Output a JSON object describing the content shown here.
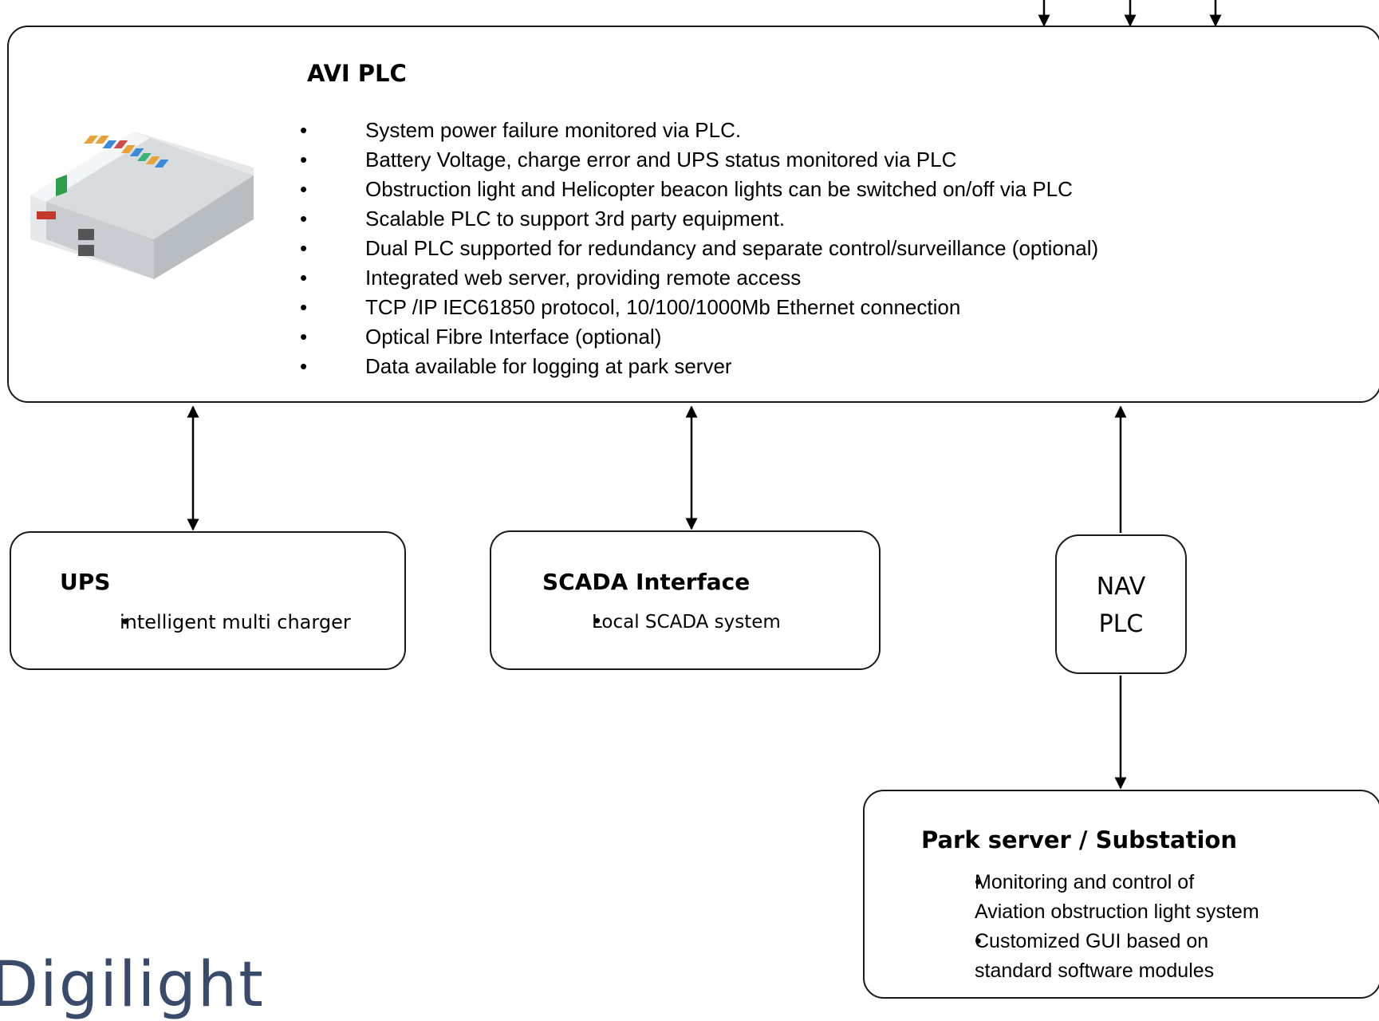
{
  "avi_plc": {
    "title": "AVI PLC",
    "bullets": [
      "System power failure monitored via PLC.",
      "Battery Voltage, charge error and UPS status monitored via PLC",
      "Obstruction light and Helicopter beacon lights can be switched on/off via PLC",
      "Scalable PLC to support 3rd party equipment.",
      "Dual PLC supported for redundancy and separate control/surveillance (optional)",
      "Integrated web server, providing remote access",
      "TCP /IP IEC61850 protocol, 10/100/1000Mb Ethernet connection",
      "Optical Fibre Interface (optional)",
      "Data available for logging at park server"
    ]
  },
  "ups": {
    "title": "UPS",
    "bullets": [
      "intelligent multi charger"
    ]
  },
  "scada": {
    "title": "SCADA Interface",
    "bullets": [
      "Local SCADA system"
    ]
  },
  "nav_plc": {
    "line1": "NAV",
    "line2": "PLC"
  },
  "park_server": {
    "title": "Park server / Substation",
    "bullets": [
      [
        "Monitoring and control of",
        "Aviation obstruction light system"
      ],
      [
        "Customized GUI based on",
        "standard software modules"
      ]
    ]
  },
  "watermark": "Digilight",
  "bullet_glyph": "•"
}
